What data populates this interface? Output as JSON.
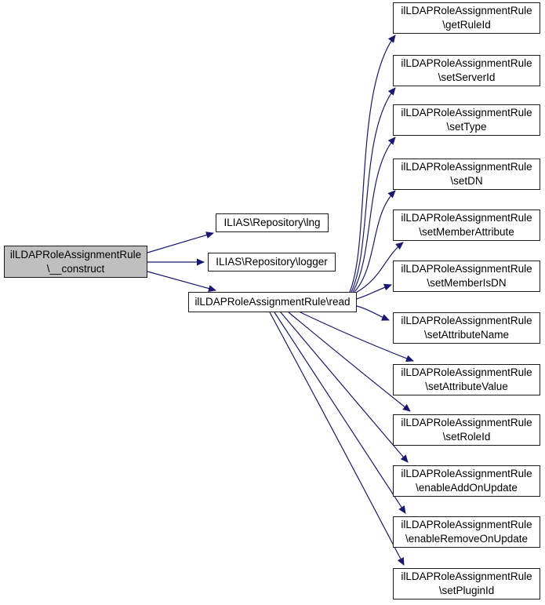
{
  "colors": {
    "edge": "#191970",
    "node_border": "#1c1c1c",
    "node_fill": "#ffffff",
    "root_fill": "#bfbfbf",
    "background": "#ffffff"
  },
  "graph": {
    "root": {
      "line1": "ilLDAPRoleAssignmentRule",
      "line2": "\\__construct"
    },
    "middle": [
      {
        "label": "ILIAS\\Repository\\lng"
      },
      {
        "label": "ILIAS\\Repository\\logger"
      },
      {
        "label": "ilLDAPRoleAssignmentRule\\read"
      }
    ],
    "callees": [
      {
        "line1": "ilLDAPRoleAssignmentRule",
        "line2": "\\getRuleId"
      },
      {
        "line1": "ilLDAPRoleAssignmentRule",
        "line2": "\\setServerId"
      },
      {
        "line1": "ilLDAPRoleAssignmentRule",
        "line2": "\\setType"
      },
      {
        "line1": "ilLDAPRoleAssignmentRule",
        "line2": "\\setDN"
      },
      {
        "line1": "ilLDAPRoleAssignmentRule",
        "line2": "\\setMemberAttribute"
      },
      {
        "line1": "ilLDAPRoleAssignmentRule",
        "line2": "\\setMemberIsDN"
      },
      {
        "line1": "ilLDAPRoleAssignmentRule",
        "line2": "\\setAttributeName"
      },
      {
        "line1": "ilLDAPRoleAssignmentRule",
        "line2": "\\setAttributeValue"
      },
      {
        "line1": "ilLDAPRoleAssignmentRule",
        "line2": "\\setRoleId"
      },
      {
        "line1": "ilLDAPRoleAssignmentRule",
        "line2": "\\enableAddOnUpdate"
      },
      {
        "line1": "ilLDAPRoleAssignmentRule",
        "line2": "\\enableRemoveOnUpdate"
      },
      {
        "line1": "ilLDAPRoleAssignmentRule",
        "line2": "\\setPluginId"
      }
    ]
  }
}
